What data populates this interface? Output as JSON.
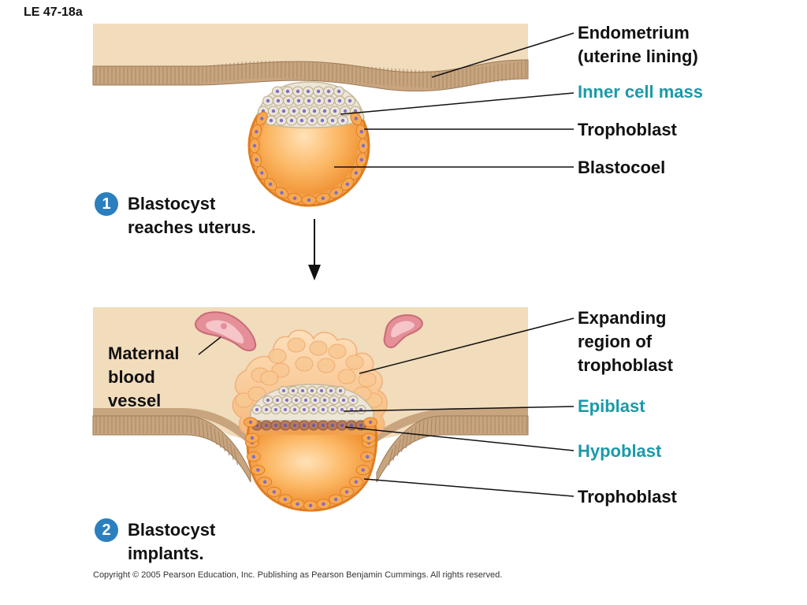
{
  "figure_id": "LE 47-18a",
  "colors": {
    "tissue": "#f1dcbc",
    "epithelium": "#c8a57f",
    "cell_fill": "#f7a853",
    "cell_edge": "#e07d20",
    "nucleus": "#7f6ec4",
    "icm_cell": "#ece6d8",
    "hypoblast": "#b8785a",
    "vessel": "#e58f99",
    "teal_label": "#1a9aa9",
    "badge": "#2c7fbf"
  },
  "steps": [
    {
      "number": "1",
      "text": "Blastocyst\nreaches uterus."
    },
    {
      "number": "2",
      "text": "Blastocyst\nimplants."
    }
  ],
  "labels": {
    "endometrium": "Endometrium\n(uterine lining)",
    "inner_cell_mass": "Inner cell mass",
    "trophoblast_top": "Trophoblast",
    "blastocoel": "Blastocoel",
    "expanding_region": "Expanding\nregion of\ntrophoblast",
    "maternal_vessel": "Maternal\nblood\nvessel",
    "epiblast": "Epiblast",
    "hypoblast": "Hypoblast",
    "trophoblast_bottom": "Trophoblast"
  },
  "copyright": "Copyright © 2005 Pearson Education, Inc. Publishing as Pearson Benjamin Cummings. All rights reserved."
}
